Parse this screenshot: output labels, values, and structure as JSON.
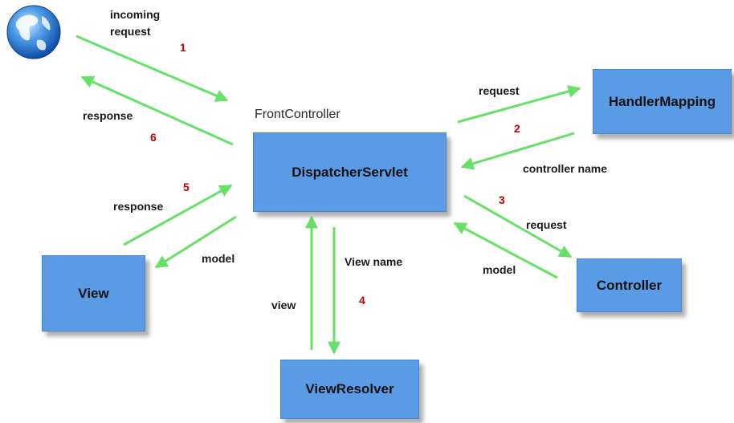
{
  "colors": {
    "box_fill": "#5a9be6",
    "arrow": "#66e066",
    "step_number": "#c00000"
  },
  "icons": {
    "client": "globe-icon"
  },
  "front_controller_caption": "FrontController",
  "boxes": {
    "dispatcher": "DispatcherServlet",
    "handler_mapping": "HandlerMapping",
    "controller": "Controller",
    "view_resolver": "ViewResolver",
    "view": "View"
  },
  "labels": {
    "incoming_request_line1": "incoming",
    "incoming_request_line2": "request",
    "response_to_client": "response",
    "request_to_handler_mapping": "request",
    "controller_name": "controller name",
    "request_to_controller": "request",
    "model_from_controller": "model",
    "view_name": "View name",
    "view": "view",
    "response_from_view": "response",
    "model_to_view": "model"
  },
  "steps": [
    "1",
    "2",
    "3",
    "4",
    "5",
    "6"
  ]
}
